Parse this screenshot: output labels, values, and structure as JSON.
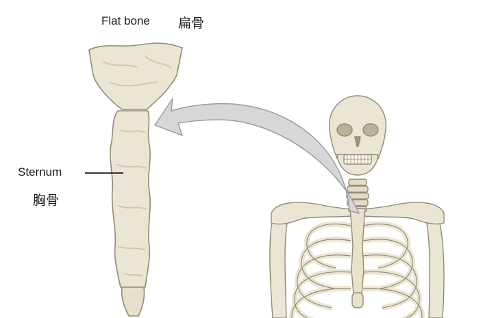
{
  "title": {
    "en": "Flat bone",
    "zh": "扁骨"
  },
  "label": {
    "en": "Sternum",
    "zh": "胸骨"
  },
  "colors": {
    "bone_fill": "#ebe6d3",
    "bone_shadow": "#cfc8ae",
    "bone_outline": "#8f8a76",
    "arrow_fill": "#d5d7d8",
    "arrow_outline": "#9a9da0",
    "leader_line": "#1a1a1a"
  }
}
